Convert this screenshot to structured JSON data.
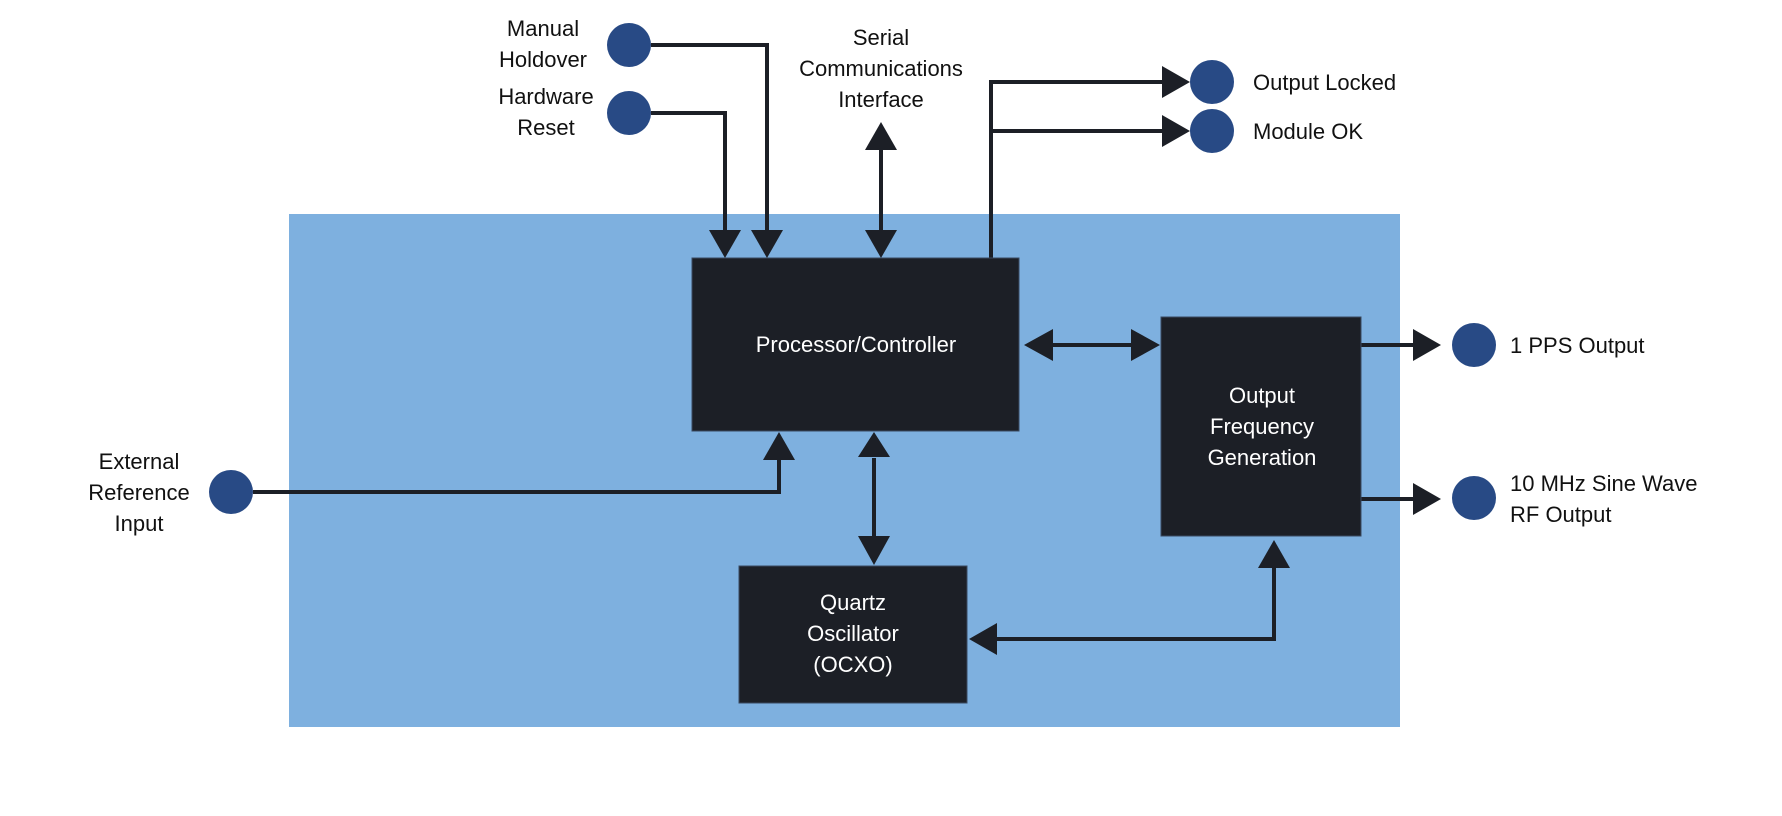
{
  "colors": {
    "module_background": "#7eb0df",
    "block_fill": "#1c1f26",
    "block_border": "#3a4a60",
    "connector": "#284a85",
    "wire": "#1c1f26"
  },
  "blocks": {
    "processor": {
      "lines": [
        "Processor/Controller"
      ]
    },
    "ofg": {
      "lines": [
        "Output",
        "Frequency",
        "Generation"
      ]
    },
    "ocxo": {
      "lines": [
        "Quartz",
        "Oscillator",
        "(OCXO)"
      ]
    }
  },
  "ports": {
    "manual_holdover": {
      "lines": [
        "Manual",
        "Holdover"
      ]
    },
    "hardware_reset": {
      "lines": [
        "Hardware",
        "Reset"
      ]
    },
    "serial": {
      "lines": [
        "Serial",
        "Communications",
        "Interface"
      ]
    },
    "output_locked": {
      "lines": [
        "Output Locked"
      ]
    },
    "module_ok": {
      "lines": [
        "Module OK"
      ]
    },
    "pps": {
      "lines": [
        "1 PPS Output"
      ]
    },
    "rf": {
      "lines": [
        "10 MHz Sine Wave",
        "RF Output"
      ]
    },
    "ext_ref": {
      "lines": [
        "External",
        "Reference",
        "Input"
      ]
    }
  }
}
